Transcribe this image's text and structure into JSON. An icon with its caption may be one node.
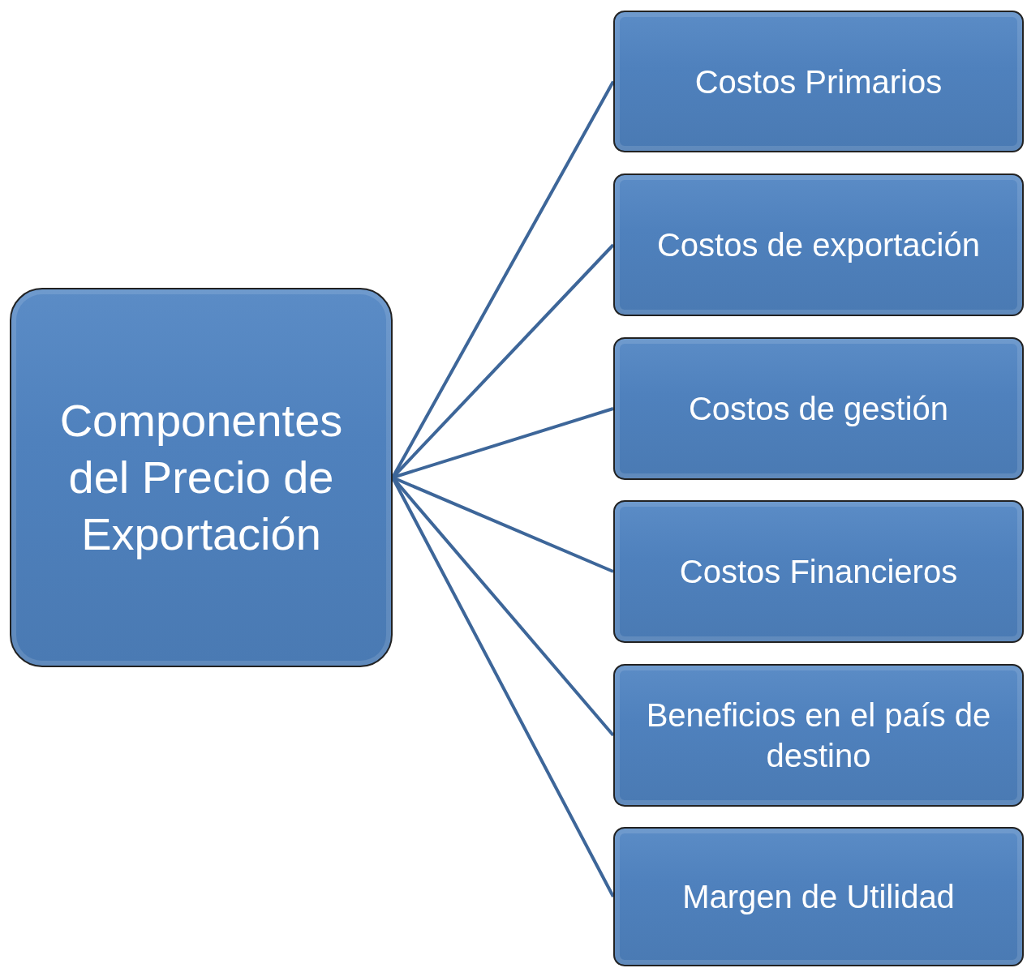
{
  "diagram": {
    "nodes": [
      {
        "text": [
          "Componentes del Precio de Exportación"
        ]
      },
      {
        "text": [
          "Costos Primarios"
        ]
      },
      {
        "text": [
          "Costos de exportación"
        ]
      },
      {
        "text": [
          "Costos de gestión"
        ]
      },
      {
        "text": [
          "Costos Financieros"
        ]
      },
      {
        "text": [
          "Beneficios en el país de destino"
        ]
      },
      {
        "text": [
          "Margen de Utilidad"
        ]
      }
    ],
    "edges": [
      {
        "from": 0,
        "to": 1,
        "arrow": "none"
      },
      {
        "from": 0,
        "to": 2,
        "arrow": "none"
      },
      {
        "from": 0,
        "to": 3,
        "arrow": "none"
      },
      {
        "from": 0,
        "to": 4,
        "arrow": "none"
      },
      {
        "from": 0,
        "to": 5,
        "arrow": "none"
      },
      {
        "from": 0,
        "to": 6,
        "arrow": "none"
      }
    ]
  }
}
